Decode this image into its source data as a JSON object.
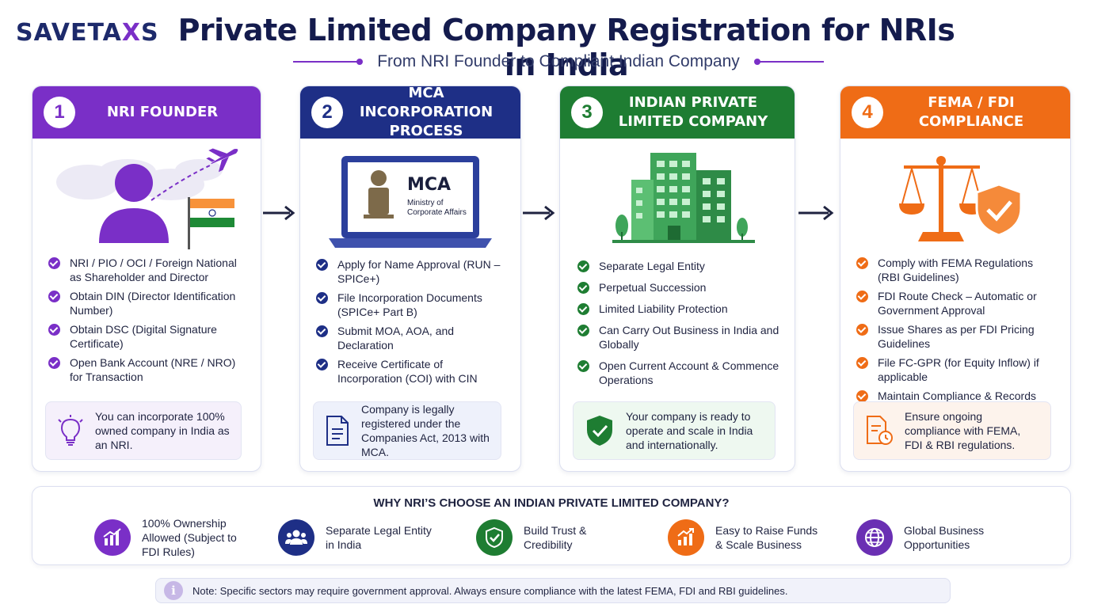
{
  "logo": {
    "prefix": "SAVETA",
    "accent": "X",
    "suffix": "S"
  },
  "header": {
    "title": "Private Limited Company Registration for NRIs in India",
    "subtitle": "From NRI Founder to Compliant Indian Company"
  },
  "colors": {
    "purple": "#7a2fc7",
    "navy": "#1e2f86",
    "green": "#1e7d32",
    "orange": "#ef6c16"
  },
  "steps": [
    {
      "number": "1",
      "title": "NRI FOUNDER",
      "items": [
        "NRI / PIO / OCI / Foreign National as Shareholder and Director",
        "Obtain DIN (Director Identification Number)",
        "Obtain DSC (Digital Signature Certificate)",
        "Open Bank Account (NRE / NRO) for Transaction"
      ],
      "note": "You can incorporate 100% owned company in India as an NRI.",
      "note_icon": "lightbulb-icon"
    },
    {
      "number": "2",
      "title": "MCA INCORPORATION PROCESS",
      "illustration": {
        "heading": "MCA",
        "caption": "Ministry of Corporate Affairs"
      },
      "items": [
        "Apply for Name Approval (RUN – SPICe+)",
        "File Incorporation Documents (SPICe+ Part B)",
        "Submit MOA, AOA, and Declaration",
        "Receive Certificate of Incorporation (COI) with CIN"
      ],
      "note": "Company is legally registered under the Companies Act, 2013 with MCA.",
      "note_icon": "document-icon"
    },
    {
      "number": "3",
      "title": "INDIAN PRIVATE LIMITED COMPANY",
      "items": [
        "Separate Legal Entity",
        "Perpetual Succession",
        "Limited Liability Protection",
        "Can Carry Out Business in India and Globally",
        "Open Current Account & Commence Operations"
      ],
      "note": "Your company is ready to operate and scale in India and internationally.",
      "note_icon": "shield-check-icon"
    },
    {
      "number": "4",
      "title": "FEMA / FDI COMPLIANCE",
      "items": [
        "Comply with FEMA Regulations (RBI Guidelines)",
        "FDI Route Check – Automatic or Government Approval",
        "Issue Shares as per FDI Pricing Guidelines",
        "File FC-GPR (for Equity Inflow) if applicable",
        "Maintain Compliance & Records"
      ],
      "note": "Ensure ongoing compliance with FEMA, FDI & RBI regulations.",
      "note_icon": "document-clock-icon"
    }
  ],
  "why": {
    "title": "WHY NRI’S CHOOSE AN INDIAN PRIVATE LIMITED COMPANY?",
    "items": [
      {
        "label": "100% Ownership Allowed (Subject to FDI Rules)",
        "icon": "bar-chart-icon"
      },
      {
        "label": "Separate Legal Entity in India",
        "icon": "users-icon"
      },
      {
        "label": "Build Trust & Credibility",
        "icon": "shield-check-icon"
      },
      {
        "label": "Easy to Raise Funds & Scale Business",
        "icon": "growth-chart-icon"
      },
      {
        "label": "Global Business Opportunities",
        "icon": "globe-icon"
      }
    ]
  },
  "footnote": {
    "icon": "i",
    "text": "Note: Specific sectors may require government approval. Always ensure compliance with the latest FEMA, FDI and RBI guidelines."
  }
}
